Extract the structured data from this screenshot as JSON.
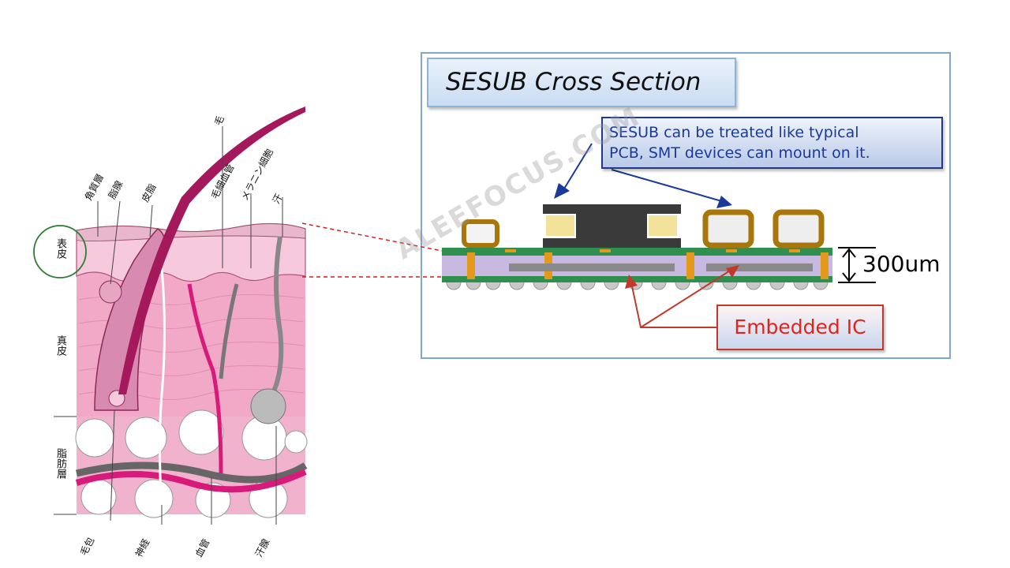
{
  "skin": {
    "layers": {
      "epidermis": "表皮",
      "dermis": "真皮",
      "fat_layer": "脂肪層"
    },
    "top_labels": {
      "stratum_corneum": "角質層",
      "sebaceous_gland": "脂腺",
      "sebum": "皮脂",
      "hair": "毛",
      "capillary": "毛細血管",
      "melanocyte": "メラニン細胞",
      "sweat": "汗"
    },
    "bottom_labels": {
      "hair_follicle": "毛包",
      "nerve": "神経",
      "blood_vessel": "血管",
      "sweat_gland": "汗腺"
    },
    "colors": {
      "dermis": "#f2a9c8",
      "epidermis": "#f7c9dc",
      "hair": "#a3195b",
      "vessel": "#d81b7a",
      "fat_cell": "#ffffff"
    }
  },
  "sesub": {
    "title": "SESUB Cross Section",
    "callout_smt": "SESUB can be treated like typical PCB, SMT devices can mount on it.",
    "callout_smt_line1": "SESUB can be treated like typical",
    "callout_smt_line2": "PCB, SMT devices can mount on it.",
    "callout_ic": "Embedded IC",
    "thickness": "300um",
    "colors": {
      "callout_blue": "#1a3a9a",
      "callout_red": "#e0241b",
      "component": "#a8760a",
      "chip": "#3a3a3a",
      "substrate": "#c7b9e0"
    }
  },
  "watermark": "ALEEFOCUS.COM"
}
